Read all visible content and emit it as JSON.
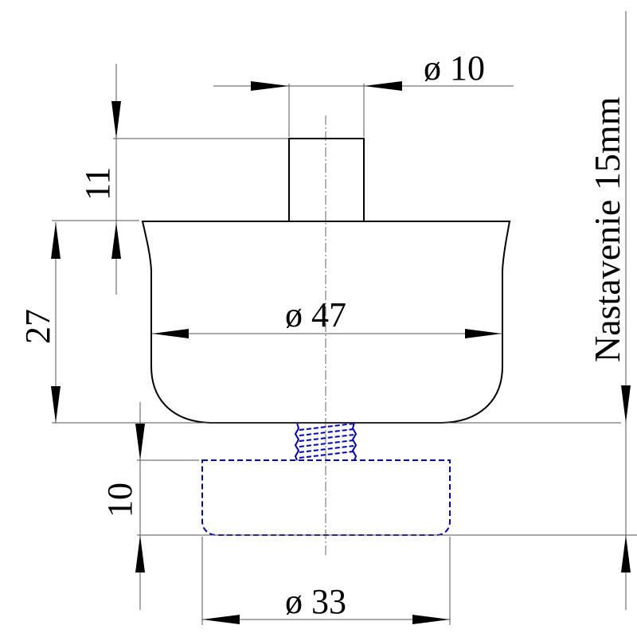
{
  "drawing": {
    "colors": {
      "outline": "#000000",
      "dimension": "#555555",
      "hidden_part": "#0000bb",
      "background": "#ffffff"
    },
    "dimensions": {
      "pin_diameter": "ø 10",
      "pin_height": "11",
      "body_height": "27",
      "body_diameter": "ø 47",
      "pad_height": "10",
      "pad_diameter": "ø 33"
    },
    "adjustment_label": "Nastavenie 15mm",
    "parts": {
      "body": "main body (solid outline)",
      "pin": "top pin",
      "thread": "threaded stud (blue hatched)",
      "pad": "adjustable foot pad (blue dashed)"
    }
  }
}
